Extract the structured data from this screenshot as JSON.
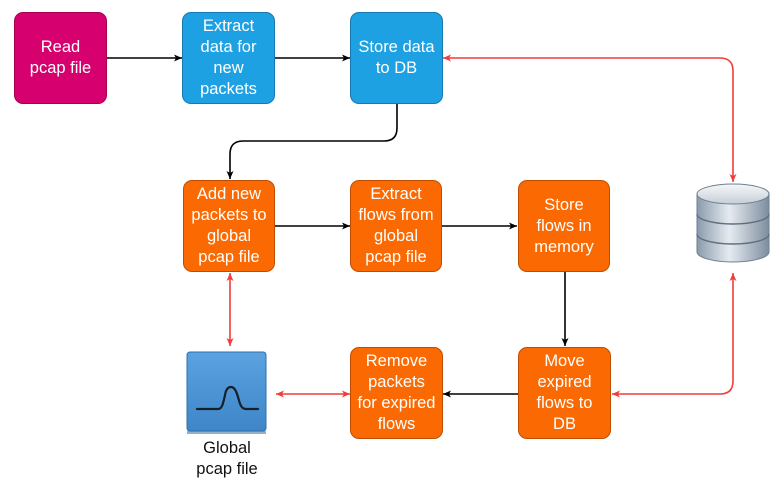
{
  "nodes": {
    "read_pcap": "Read\npcap file",
    "extract_new": "Extract\ndata for\nnew\npackets",
    "store_db": "Store data\nto DB",
    "add_packets": "Add new\npackets to\nglobal\npcap file",
    "extract_flows": "Extract\nflows from\nglobal\npcap file",
    "store_memory": "Store\nflows in\nmemory",
    "move_expired": "Move\nexpired\nflows to\nDB",
    "remove_packets": "Remove\npackets\nfor expired\nflows"
  },
  "global_pcap_label": "Global\npcap file",
  "icons": [
    "database-icon",
    "pcap-file-icon"
  ],
  "colors": {
    "pink": "#d6006f",
    "blue": "#1ea1e3",
    "orange": "#fb6a02",
    "flow_arrow": "#000000",
    "sync_arrow": "#f23c3c"
  }
}
